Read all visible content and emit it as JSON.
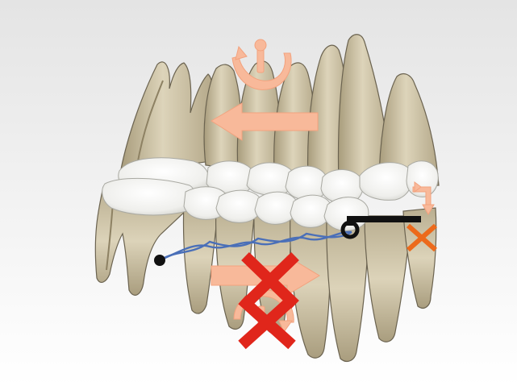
{
  "diagram": {
    "subject": "teeth-lateral-view",
    "background_colors": [
      "#e4e4e4",
      "#ffffff"
    ],
    "colors": {
      "tooth_fill": "#d6ccb0",
      "tooth_shadow": "#9c9072",
      "tooth_outline": "#5a5340",
      "crown_white": "#f6f6f4",
      "arrow_fill": "#f8b99a",
      "arrow_stroke": "#f3a27e",
      "cross_red": "#e0261b",
      "cross_orange": "#ec6a1c",
      "wire_blue": "#4a6fb8",
      "hook_black": "#111111"
    },
    "symbols": [
      "intrusion-rotation-arrow",
      "distal-movement-arrow",
      "mesial-movement-arrow",
      "rotation-arrow",
      "red-cross-mesial",
      "red-cross-rotation",
      "small-orange-cross",
      "molar-tip-arrow"
    ]
  }
}
